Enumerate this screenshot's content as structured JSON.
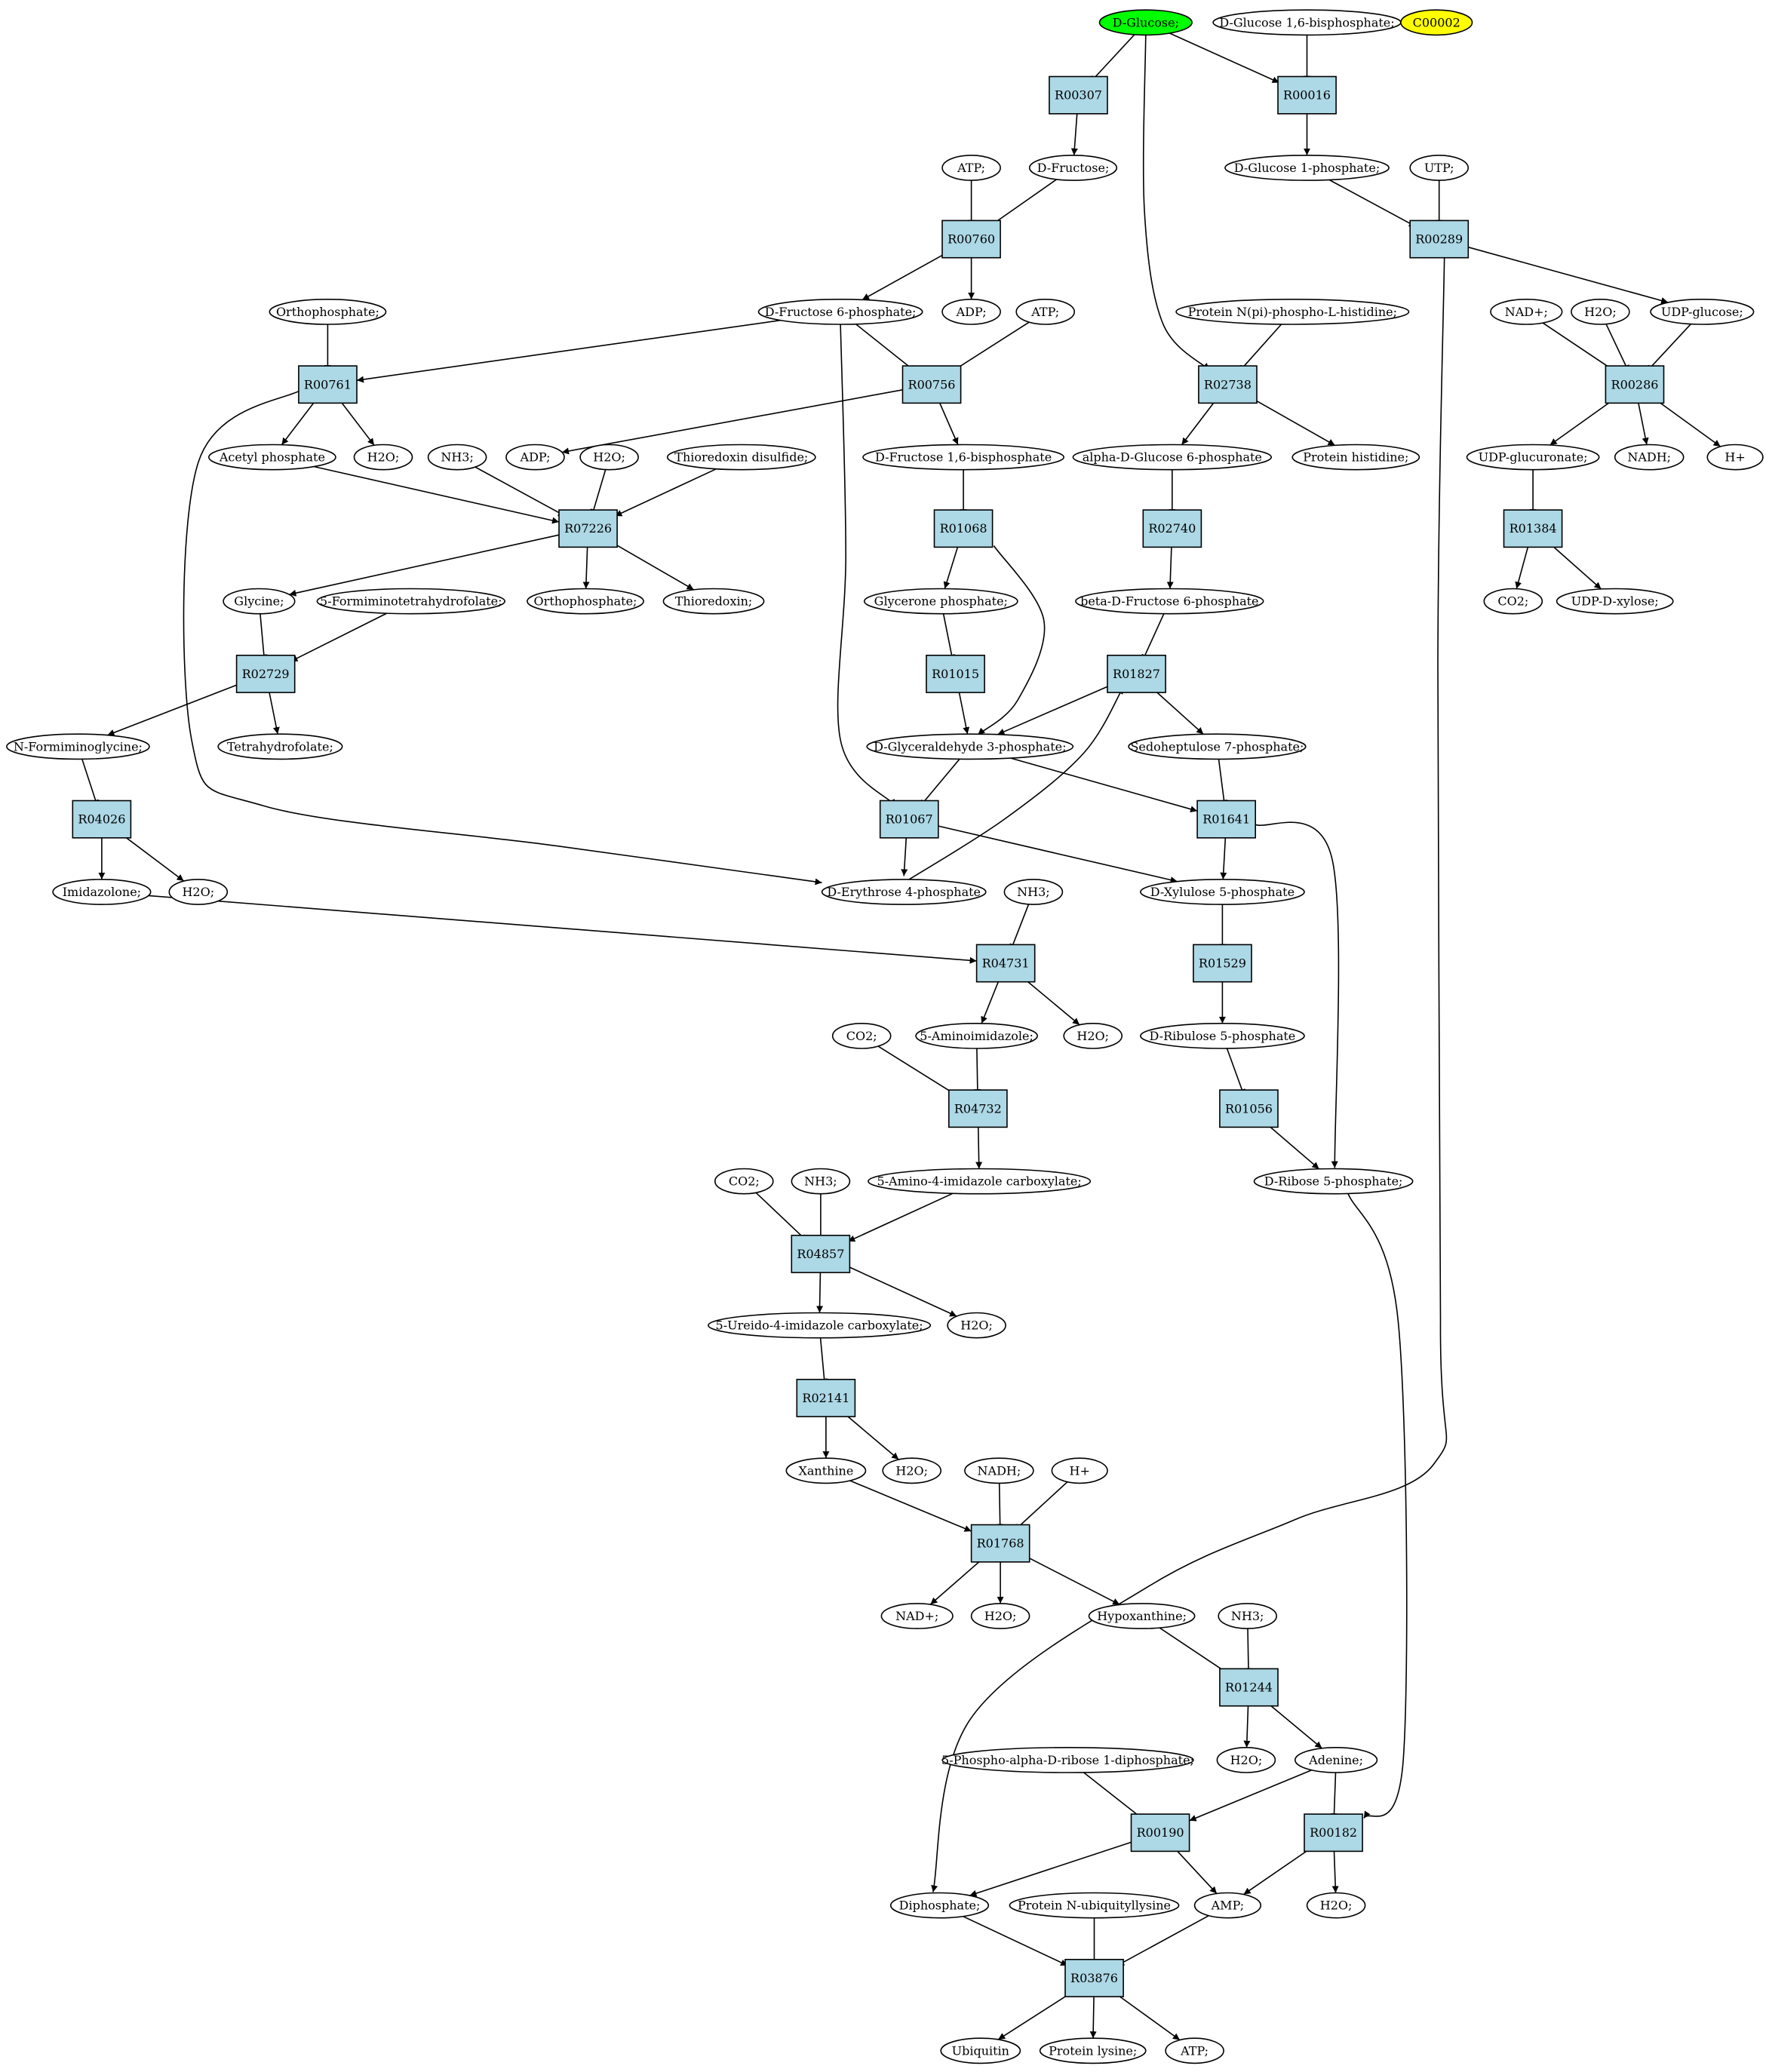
{
  "colors": {
    "reaction_fill": "#add8e6",
    "compound_fill": "#ffffff",
    "highlight_green": "#00ff00",
    "highlight_yellow": "#ffff00",
    "stroke": "#000000"
  },
  "nodes": [
    {
      "id": "D-Glucose",
      "label": "D-Glucose;",
      "kind": "compound",
      "fill": "highlight_green"
    },
    {
      "id": "DG16BP",
      "label": "D-Glucose 1,6-bisphosphate;",
      "kind": "compound"
    },
    {
      "id": "C00002",
      "label": "C00002",
      "kind": "compound",
      "fill": "highlight_yellow"
    },
    {
      "id": "R00307",
      "label": "R00307",
      "kind": "reaction"
    },
    {
      "id": "R00016",
      "label": "R00016",
      "kind": "reaction"
    },
    {
      "id": "ATP1",
      "label": "ATP;",
      "kind": "compound"
    },
    {
      "id": "DFru",
      "label": "D-Fructose;",
      "kind": "compound"
    },
    {
      "id": "DG1P",
      "label": "D-Glucose 1-phosphate;",
      "kind": "compound"
    },
    {
      "id": "UTP",
      "label": "UTP;",
      "kind": "compound"
    },
    {
      "id": "R00760",
      "label": "R00760",
      "kind": "reaction"
    },
    {
      "id": "R00289",
      "label": "R00289",
      "kind": "reaction"
    },
    {
      "id": "Orthophosphate1",
      "label": "Orthophosphate;",
      "kind": "compound"
    },
    {
      "id": "F6P",
      "label": "D-Fructose 6-phosphate;",
      "kind": "compound"
    },
    {
      "id": "ADP1",
      "label": "ADP;",
      "kind": "compound"
    },
    {
      "id": "ATP2",
      "label": "ATP;",
      "kind": "compound"
    },
    {
      "id": "PNHis",
      "label": "Protein N(pi)-phospho-L-histidine;",
      "kind": "compound"
    },
    {
      "id": "NADp1",
      "label": "NAD+;",
      "kind": "compound"
    },
    {
      "id": "H2O_a",
      "label": "H2O;",
      "kind": "compound"
    },
    {
      "id": "UDPglc",
      "label": "UDP-glucose;",
      "kind": "compound"
    },
    {
      "id": "R00761",
      "label": "R00761",
      "kind": "reaction"
    },
    {
      "id": "R00756",
      "label": "R00756",
      "kind": "reaction"
    },
    {
      "id": "R02738",
      "label": "R02738",
      "kind": "reaction"
    },
    {
      "id": "R00286",
      "label": "R00286",
      "kind": "reaction"
    },
    {
      "id": "AcP",
      "label": "Acetyl phosphate",
      "kind": "compound"
    },
    {
      "id": "H2O_b",
      "label": "H2O;",
      "kind": "compound"
    },
    {
      "id": "NH3_1",
      "label": "NH3;",
      "kind": "compound"
    },
    {
      "id": "ADP2",
      "label": "ADP;",
      "kind": "compound"
    },
    {
      "id": "H2O_c",
      "label": "H2O;",
      "kind": "compound"
    },
    {
      "id": "TrxSS",
      "label": "Thioredoxin disulfide;",
      "kind": "compound"
    },
    {
      "id": "FBP",
      "label": "D-Fructose 1,6-bisphosphate",
      "kind": "compound"
    },
    {
      "id": "aG6P",
      "label": "alpha-D-Glucose 6-phosphate",
      "kind": "compound"
    },
    {
      "id": "ProtHis",
      "label": "Protein histidine;",
      "kind": "compound"
    },
    {
      "id": "UDPGlcA",
      "label": "UDP-glucuronate;",
      "kind": "compound"
    },
    {
      "id": "NADH1",
      "label": "NADH;",
      "kind": "compound"
    },
    {
      "id": "Hp1",
      "label": "H+",
      "kind": "compound"
    },
    {
      "id": "R07226",
      "label": "R07226",
      "kind": "reaction"
    },
    {
      "id": "R01068",
      "label": "R01068",
      "kind": "reaction"
    },
    {
      "id": "R02740",
      "label": "R02740",
      "kind": "reaction"
    },
    {
      "id": "R01384",
      "label": "R01384",
      "kind": "reaction"
    },
    {
      "id": "Gly",
      "label": "Glycine;",
      "kind": "compound"
    },
    {
      "id": "FIThf",
      "label": "5-Formiminotetrahydrofolate;",
      "kind": "compound"
    },
    {
      "id": "Orthophosphate2",
      "label": "Orthophosphate;",
      "kind": "compound"
    },
    {
      "id": "Trx",
      "label": "Thioredoxin;",
      "kind": "compound"
    },
    {
      "id": "DHAP",
      "label": "Glycerone phosphate;",
      "kind": "compound"
    },
    {
      "id": "bF6P",
      "label": "beta-D-Fructose 6-phosphate",
      "kind": "compound"
    },
    {
      "id": "CO2_1",
      "label": "CO2;",
      "kind": "compound"
    },
    {
      "id": "UDPXyl",
      "label": "UDP-D-xylose;",
      "kind": "compound"
    },
    {
      "id": "R02729",
      "label": "R02729",
      "kind": "reaction"
    },
    {
      "id": "R01015",
      "label": "R01015",
      "kind": "reaction"
    },
    {
      "id": "R01827",
      "label": "R01827",
      "kind": "reaction"
    },
    {
      "id": "NFGly",
      "label": "N-Formiminoglycine;",
      "kind": "compound"
    },
    {
      "id": "THF",
      "label": "Tetrahydrofolate;",
      "kind": "compound"
    },
    {
      "id": "GAP",
      "label": "D-Glyceraldehyde 3-phosphate;",
      "kind": "compound"
    },
    {
      "id": "S7P",
      "label": "Sedoheptulose 7-phosphate;",
      "kind": "compound"
    },
    {
      "id": "R04026",
      "label": "R04026",
      "kind": "reaction"
    },
    {
      "id": "R01067",
      "label": "R01067",
      "kind": "reaction"
    },
    {
      "id": "R01641",
      "label": "R01641",
      "kind": "reaction"
    },
    {
      "id": "Imid",
      "label": "Imidazolone;",
      "kind": "compound"
    },
    {
      "id": "H2O_d",
      "label": "H2O;",
      "kind": "compound"
    },
    {
      "id": "E4P",
      "label": "D-Erythrose 4-phosphate",
      "kind": "compound"
    },
    {
      "id": "NH3_2",
      "label": "NH3;",
      "kind": "compound"
    },
    {
      "id": "X5P",
      "label": "D-Xylulose 5-phosphate",
      "kind": "compound"
    },
    {
      "id": "R04731",
      "label": "R04731",
      "kind": "reaction"
    },
    {
      "id": "R01529",
      "label": "R01529",
      "kind": "reaction"
    },
    {
      "id": "CO2_2",
      "label": "CO2;",
      "kind": "compound"
    },
    {
      "id": "AIm",
      "label": "5-Aminoimidazole;",
      "kind": "compound"
    },
    {
      "id": "H2O_e",
      "label": "H2O;",
      "kind": "compound"
    },
    {
      "id": "Ru5P",
      "label": "D-Ribulose 5-phosphate",
      "kind": "compound"
    },
    {
      "id": "R04732",
      "label": "R04732",
      "kind": "reaction"
    },
    {
      "id": "R01056",
      "label": "R01056",
      "kind": "reaction"
    },
    {
      "id": "CO2_3",
      "label": "CO2;",
      "kind": "compound"
    },
    {
      "id": "NH3_3",
      "label": "NH3;",
      "kind": "compound"
    },
    {
      "id": "AIC",
      "label": "5-Amino-4-imidazole carboxylate;",
      "kind": "compound"
    },
    {
      "id": "R5P",
      "label": "D-Ribose 5-phosphate;",
      "kind": "compound"
    },
    {
      "id": "R04857",
      "label": "R04857",
      "kind": "reaction"
    },
    {
      "id": "UIC",
      "label": "5-Ureido-4-imidazole carboxylate;",
      "kind": "compound"
    },
    {
      "id": "H2O_f",
      "label": "H2O;",
      "kind": "compound"
    },
    {
      "id": "R02141",
      "label": "R02141",
      "kind": "reaction"
    },
    {
      "id": "Xan",
      "label": "Xanthine",
      "kind": "compound"
    },
    {
      "id": "H2O_g",
      "label": "H2O;",
      "kind": "compound"
    },
    {
      "id": "NADH2",
      "label": "NADH;",
      "kind": "compound"
    },
    {
      "id": "Hp2",
      "label": "H+",
      "kind": "compound"
    },
    {
      "id": "R01768",
      "label": "R01768",
      "kind": "reaction"
    },
    {
      "id": "NADp2",
      "label": "NAD+;",
      "kind": "compound"
    },
    {
      "id": "H2O_h",
      "label": "H2O;",
      "kind": "compound"
    },
    {
      "id": "Hyp",
      "label": "Hypoxanthine;",
      "kind": "compound"
    },
    {
      "id": "NH3_4",
      "label": "NH3;",
      "kind": "compound"
    },
    {
      "id": "R01244",
      "label": "R01244",
      "kind": "reaction"
    },
    {
      "id": "PRPP",
      "label": "5-Phospho-alpha-D-ribose 1-diphosphate;",
      "kind": "compound"
    },
    {
      "id": "H2O_i",
      "label": "H2O;",
      "kind": "compound"
    },
    {
      "id": "Ade",
      "label": "Adenine;",
      "kind": "compound"
    },
    {
      "id": "R00190",
      "label": "R00190",
      "kind": "reaction"
    },
    {
      "id": "R00182",
      "label": "R00182",
      "kind": "reaction"
    },
    {
      "id": "PPi",
      "label": "Diphosphate;",
      "kind": "compound"
    },
    {
      "id": "PNUbLys",
      "label": "Protein N-ubiquityllysine",
      "kind": "compound"
    },
    {
      "id": "AMP",
      "label": "AMP;",
      "kind": "compound"
    },
    {
      "id": "H2O_j",
      "label": "H2O;",
      "kind": "compound"
    },
    {
      "id": "R03876",
      "label": "R03876",
      "kind": "reaction"
    },
    {
      "id": "Ubq",
      "label": "Ubiquitin",
      "kind": "compound"
    },
    {
      "id": "ProtLys",
      "label": "Protein lysine;",
      "kind": "compound"
    },
    {
      "id": "ATP3",
      "label": "ATP;",
      "kind": "compound"
    }
  ],
  "edges": [
    [
      "D-Glucose",
      "R00307"
    ],
    [
      "D-Glucose",
      "R00016"
    ],
    [
      "DG16BP",
      "R00016"
    ],
    [
      "D-Glucose",
      "R02738"
    ],
    [
      "R00307",
      "DFru"
    ],
    [
      "R00016",
      "DG1P"
    ],
    [
      "ATP1",
      "R00760"
    ],
    [
      "DFru",
      "R00760"
    ],
    [
      "R00760",
      "F6P"
    ],
    [
      "R00760",
      "ADP1"
    ],
    [
      "DG1P",
      "R00289"
    ],
    [
      "UTP",
      "R00289"
    ],
    [
      "R00289",
      "UDPglc"
    ],
    [
      "R00289",
      "PPi"
    ],
    [
      "Orthophosphate1",
      "R00761"
    ],
    [
      "F6P",
      "R00761"
    ],
    [
      "R00761",
      "AcP"
    ],
    [
      "R00761",
      "H2O_b"
    ],
    [
      "R00761",
      "E4P"
    ],
    [
      "F6P",
      "R00756"
    ],
    [
      "ATP2",
      "R00756"
    ],
    [
      "R00756",
      "ADP2"
    ],
    [
      "R00756",
      "FBP"
    ],
    [
      "F6P",
      "R01067"
    ],
    [
      "PNHis",
      "R02738"
    ],
    [
      "R02738",
      "aG6P"
    ],
    [
      "R02738",
      "ProtHis"
    ],
    [
      "NADp1",
      "R00286"
    ],
    [
      "H2O_a",
      "R00286"
    ],
    [
      "UDPglc",
      "R00286"
    ],
    [
      "R00286",
      "UDPGlcA"
    ],
    [
      "R00286",
      "NADH1"
    ],
    [
      "R00286",
      "Hp1"
    ],
    [
      "AcP",
      "R07226"
    ],
    [
      "NH3_1",
      "R07226"
    ],
    [
      "H2O_c",
      "R07226"
    ],
    [
      "TrxSS",
      "R07226"
    ],
    [
      "R07226",
      "Gly"
    ],
    [
      "R07226",
      "Orthophosphate2"
    ],
    [
      "R07226",
      "Trx"
    ],
    [
      "FBP",
      "R01068"
    ],
    [
      "R01068",
      "DHAP"
    ],
    [
      "R01068",
      "GAP"
    ],
    [
      "aG6P",
      "R02740"
    ],
    [
      "R02740",
      "bF6P"
    ],
    [
      "UDPGlcA",
      "R01384"
    ],
    [
      "R01384",
      "CO2_1"
    ],
    [
      "R01384",
      "UDPXyl"
    ],
    [
      "Gly",
      "R02729"
    ],
    [
      "FIThf",
      "R02729"
    ],
    [
      "R02729",
      "NFGly"
    ],
    [
      "R02729",
      "THF"
    ],
    [
      "DHAP",
      "R01015"
    ],
    [
      "R01015",
      "GAP"
    ],
    [
      "bF6P",
      "R01827"
    ],
    [
      "E4P",
      "R01827"
    ],
    [
      "R01827",
      "GAP"
    ],
    [
      "R01827",
      "S7P"
    ],
    [
      "NFGly",
      "R04026"
    ],
    [
      "R04026",
      "Imid"
    ],
    [
      "R04026",
      "H2O_d"
    ],
    [
      "GAP",
      "R01067"
    ],
    [
      "R01067",
      "E4P"
    ],
    [
      "R01067",
      "X5P"
    ],
    [
      "GAP",
      "R01641"
    ],
    [
      "S7P",
      "R01641"
    ],
    [
      "R01641",
      "X5P"
    ],
    [
      "R01641",
      "R5P"
    ],
    [
      "Imid",
      "R04731"
    ],
    [
      "NH3_2",
      "R04731"
    ],
    [
      "R04731",
      "AIm"
    ],
    [
      "R04731",
      "H2O_e"
    ],
    [
      "X5P",
      "R01529"
    ],
    [
      "R01529",
      "Ru5P"
    ],
    [
      "CO2_2",
      "R04732"
    ],
    [
      "AIm",
      "R04732"
    ],
    [
      "R04732",
      "AIC"
    ],
    [
      "Ru5P",
      "R01056"
    ],
    [
      "R01056",
      "R5P"
    ],
    [
      "CO2_3",
      "R04857"
    ],
    [
      "NH3_3",
      "R04857"
    ],
    [
      "AIC",
      "R04857"
    ],
    [
      "R04857",
      "UIC"
    ],
    [
      "R04857",
      "H2O_f"
    ],
    [
      "UIC",
      "R02141"
    ],
    [
      "R02141",
      "Xan"
    ],
    [
      "R02141",
      "H2O_g"
    ],
    [
      "Xan",
      "R01768"
    ],
    [
      "NADH2",
      "R01768"
    ],
    [
      "Hp2",
      "R01768"
    ],
    [
      "R01768",
      "NADp2"
    ],
    [
      "R01768",
      "H2O_h"
    ],
    [
      "R01768",
      "Hyp"
    ],
    [
      "Hyp",
      "R01244"
    ],
    [
      "NH3_4",
      "R01244"
    ],
    [
      "R01244",
      "H2O_i"
    ],
    [
      "R01244",
      "Ade"
    ],
    [
      "PRPP",
      "R00190"
    ],
    [
      "Ade",
      "R00190"
    ],
    [
      "R00190",
      "PPi"
    ],
    [
      "R00190",
      "AMP"
    ],
    [
      "Ade",
      "R00182"
    ],
    [
      "R5P",
      "R00182"
    ],
    [
      "R00182",
      "AMP"
    ],
    [
      "R00182",
      "H2O_j"
    ],
    [
      "PPi",
      "R03876"
    ],
    [
      "PNUbLys",
      "R03876"
    ],
    [
      "AMP",
      "R03876"
    ],
    [
      "R03876",
      "Ubq"
    ],
    [
      "R03876",
      "ProtLys"
    ],
    [
      "R03876",
      "ATP3"
    ]
  ]
}
